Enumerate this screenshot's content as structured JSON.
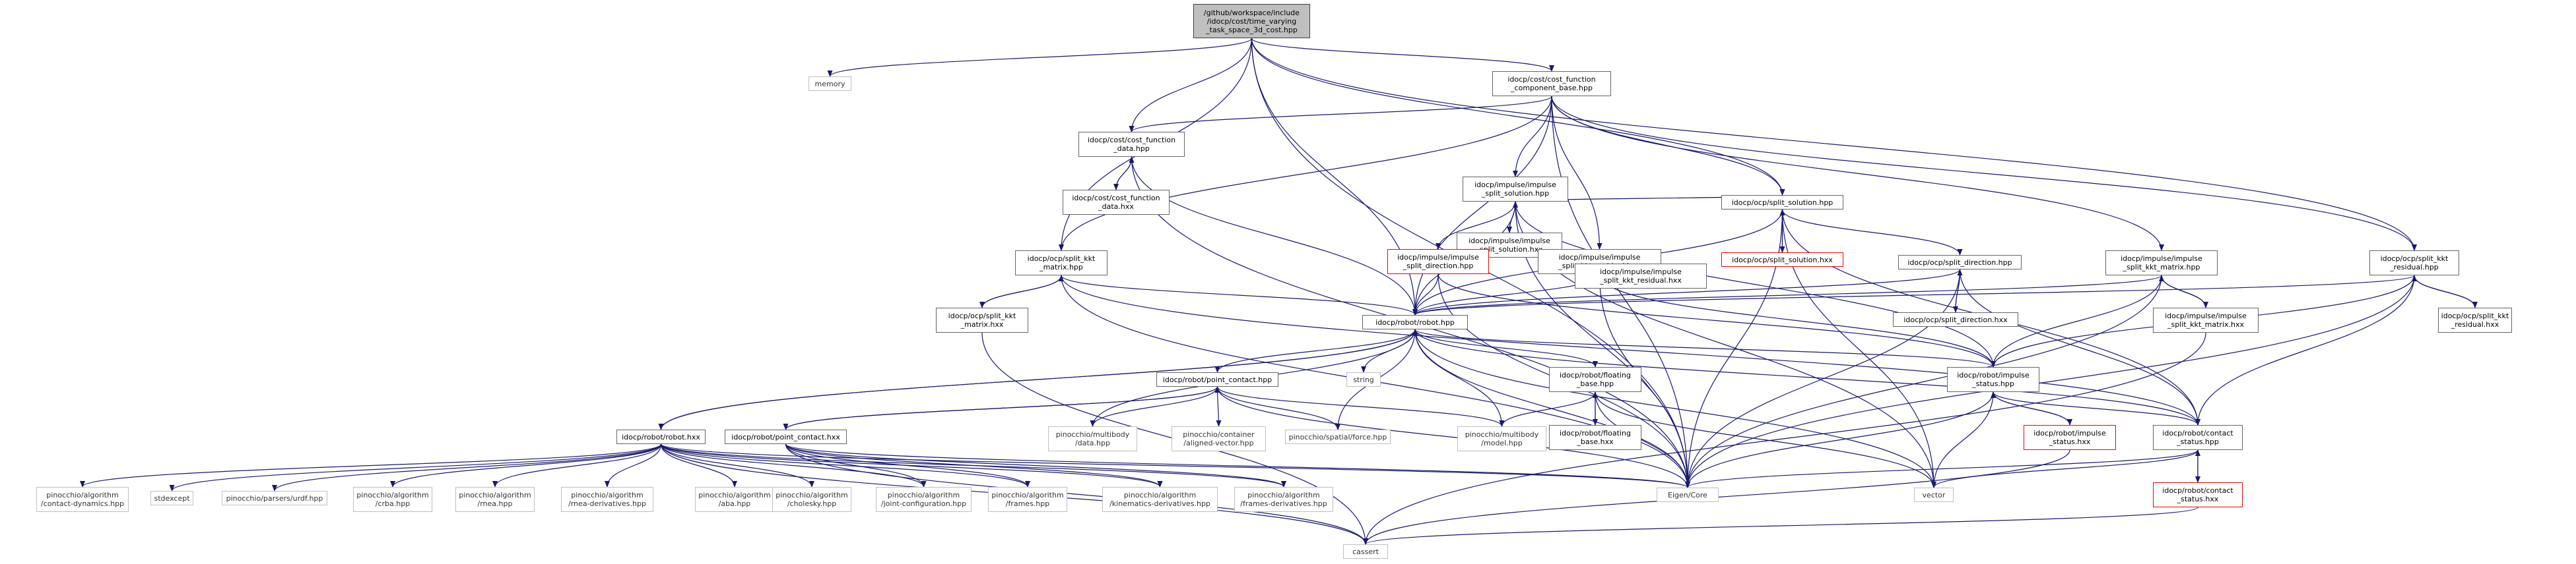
{
  "colors": {
    "edge": "#191970",
    "node_border": "#666666",
    "current_fill": "#bfbfbf",
    "incomplete_border": "#ff0000",
    "external_border": "#bfbfbf"
  },
  "nodes": [
    {
      "id": "root",
      "lines": [
        "/github/workspace/include",
        "/idocp/cost/time_varying",
        "_task_space_3d_cost.hpp"
      ],
      "kind": "current"
    },
    {
      "id": "memory",
      "lines": [
        "memory"
      ],
      "kind": "ext"
    },
    {
      "id": "cfcb",
      "lines": [
        "idocp/cost/cost_function",
        "_component_base.hpp"
      ],
      "kind": "normal"
    },
    {
      "id": "cfd",
      "lines": [
        "idocp/cost/cost_function",
        "_data.hpp"
      ],
      "kind": "normal"
    },
    {
      "id": "cfdhxx",
      "lines": [
        "idocp/cost/cost_function",
        "_data.hxx"
      ],
      "kind": "normal"
    },
    {
      "id": "iss",
      "lines": [
        "idocp/impulse/impulse",
        "_split_solution.hpp"
      ],
      "kind": "normal"
    },
    {
      "id": "isshxx",
      "lines": [
        "idocp/impulse/impulse",
        "_split_solution.hxx"
      ],
      "kind": "normal"
    },
    {
      "id": "ss",
      "lines": [
        "idocp/ocp/split_solution.hpp"
      ],
      "kind": "normal"
    },
    {
      "id": "sshxx",
      "lines": [
        "idocp/ocp/split_solution.hxx"
      ],
      "kind": "red"
    },
    {
      "id": "skm",
      "lines": [
        "idocp/ocp/split_kkt",
        "_matrix.hpp"
      ],
      "kind": "normal"
    },
    {
      "id": "skmhxx",
      "lines": [
        "idocp/ocp/split_kkt",
        "_matrix.hxx"
      ],
      "kind": "normal"
    },
    {
      "id": "isd",
      "lines": [
        "idocp/impulse/impulse",
        "_split_direction.hpp"
      ],
      "kind": "red"
    },
    {
      "id": "iskr",
      "lines": [
        "idocp/impulse/impulse",
        "_split_kkt_residual.hpp"
      ],
      "kind": "normal"
    },
    {
      "id": "iskrhxx",
      "lines": [
        "idocp/impulse/impulse",
        "_split_kkt_residual.hxx"
      ],
      "kind": "normal"
    },
    {
      "id": "sd",
      "lines": [
        "idocp/ocp/split_direction.hpp"
      ],
      "kind": "normal"
    },
    {
      "id": "sdhxx",
      "lines": [
        "idocp/ocp/split_direction.hxx"
      ],
      "kind": "normal"
    },
    {
      "id": "iskm",
      "lines": [
        "idocp/impulse/impulse",
        "_split_kkt_matrix.hpp"
      ],
      "kind": "normal"
    },
    {
      "id": "iskmhxx",
      "lines": [
        "idocp/impulse/impulse",
        "_split_kkt_matrix.hxx"
      ],
      "kind": "normal"
    },
    {
      "id": "skr",
      "lines": [
        "idocp/ocp/split_kkt",
        "_residual.hpp"
      ],
      "kind": "normal"
    },
    {
      "id": "skrhxx",
      "lines": [
        "idocp/ocp/split_kkt",
        "_residual.hxx"
      ],
      "kind": "normal"
    },
    {
      "id": "robot",
      "lines": [
        "idocp/robot/robot.hpp"
      ],
      "kind": "normal"
    },
    {
      "id": "string",
      "lines": [
        "string"
      ],
      "kind": "ext"
    },
    {
      "id": "pc",
      "lines": [
        "idocp/robot/point_contact.hpp"
      ],
      "kind": "normal"
    },
    {
      "id": "fb",
      "lines": [
        "idocp/robot/floating",
        "_base.hpp"
      ],
      "kind": "normal"
    },
    {
      "id": "fbhxx",
      "lines": [
        "idocp/robot/floating",
        "_base.hxx"
      ],
      "kind": "normal"
    },
    {
      "id": "is",
      "lines": [
        "idocp/robot/impulse",
        "_status.hpp"
      ],
      "kind": "normal"
    },
    {
      "id": "ishxx",
      "lines": [
        "idocp/robot/impulse",
        "_status.hxx"
      ],
      "kind": "red"
    },
    {
      "id": "cs",
      "lines": [
        "idocp/robot/contact",
        "_status.hpp"
      ],
      "kind": "normal"
    },
    {
      "id": "cshxx",
      "lines": [
        "idocp/robot/contact",
        "_status.hxx"
      ],
      "kind": "red"
    },
    {
      "id": "robothxx",
      "lines": [
        "idocp/robot/robot.hxx"
      ],
      "kind": "normal"
    },
    {
      "id": "pchxx",
      "lines": [
        "idocp/robot/point_contact.hxx"
      ],
      "kind": "normal"
    },
    {
      "id": "mbdata",
      "lines": [
        "pinocchio/multibody",
        "/data.hpp"
      ],
      "kind": "ext"
    },
    {
      "id": "aligned",
      "lines": [
        "pinocchio/container",
        "/aligned-vector.hpp"
      ],
      "kind": "ext"
    },
    {
      "id": "force",
      "lines": [
        "pinocchio/spatial/force.hpp"
      ],
      "kind": "ext"
    },
    {
      "id": "mbmodel",
      "lines": [
        "pinocchio/multibody",
        "/model.hpp"
      ],
      "kind": "ext"
    },
    {
      "id": "eigen",
      "lines": [
        "Eigen/Core"
      ],
      "kind": "ext"
    },
    {
      "id": "vector",
      "lines": [
        "vector"
      ],
      "kind": "ext"
    },
    {
      "id": "cassert",
      "lines": [
        "cassert"
      ],
      "kind": "ext"
    },
    {
      "id": "cdyn",
      "lines": [
        "pinocchio/algorithm",
        "/contact-dynamics.hpp"
      ],
      "kind": "ext"
    },
    {
      "id": "stdexcept",
      "lines": [
        "stdexcept"
      ],
      "kind": "ext"
    },
    {
      "id": "urdf",
      "lines": [
        "pinocchio/parsers/urdf.hpp"
      ],
      "kind": "ext"
    },
    {
      "id": "crba",
      "lines": [
        "pinocchio/algorithm",
        "/crba.hpp"
      ],
      "kind": "ext"
    },
    {
      "id": "rnea",
      "lines": [
        "pinocchio/algorithm",
        "/rnea.hpp"
      ],
      "kind": "ext"
    },
    {
      "id": "rnead",
      "lines": [
        "pinocchio/algorithm",
        "/rnea-derivatives.hpp"
      ],
      "kind": "ext"
    },
    {
      "id": "aba",
      "lines": [
        "pinocchio/algorithm",
        "/aba.hpp"
      ],
      "kind": "ext"
    },
    {
      "id": "chol",
      "lines": [
        "pinocchio/algorithm",
        "/cholesky.hpp"
      ],
      "kind": "ext"
    },
    {
      "id": "jconf",
      "lines": [
        "pinocchio/algorithm",
        "/joint-configuration.hpp"
      ],
      "kind": "ext"
    },
    {
      "id": "frames",
      "lines": [
        "pinocchio/algorithm",
        "/frames.hpp"
      ],
      "kind": "ext"
    },
    {
      "id": "kind",
      "lines": [
        "pinocchio/algorithm",
        "/kinematics-derivatives.hpp"
      ],
      "kind": "ext"
    },
    {
      "id": "framesd",
      "lines": [
        "pinocchio/algorithm",
        "/frames-derivatives.hpp"
      ],
      "kind": "ext"
    }
  ],
  "edges": [
    [
      "root",
      "memory"
    ],
    [
      "root",
      "cfcb"
    ],
    [
      "root",
      "cfd"
    ],
    [
      "root",
      "robot"
    ],
    [
      "root",
      "skm"
    ],
    [
      "root",
      "ss"
    ],
    [
      "root",
      "skr"
    ],
    [
      "root",
      "eigen"
    ],
    [
      "cfcb",
      "cfd"
    ],
    [
      "cfcb",
      "iss"
    ],
    [
      "cfcb",
      "ss"
    ],
    [
      "cfcb",
      "iskr"
    ],
    [
      "cfcb",
      "iskm"
    ],
    [
      "cfcb",
      "skr"
    ],
    [
      "cfcb",
      "skm"
    ],
    [
      "cfcb",
      "robot"
    ],
    [
      "cfcb",
      "eigen"
    ],
    [
      "cfd",
      "cfdhxx"
    ],
    [
      "cfdhxx",
      "cfd"
    ],
    [
      "cfd",
      "robot"
    ],
    [
      "cfd",
      "eigen"
    ],
    [
      "iss",
      "isshxx"
    ],
    [
      "isshxx",
      "iss"
    ],
    [
      "iss",
      "isd"
    ],
    [
      "iss",
      "ss"
    ],
    [
      "iss",
      "robot"
    ],
    [
      "iss",
      "is"
    ],
    [
      "iss",
      "eigen"
    ],
    [
      "iss",
      "vector"
    ],
    [
      "ss",
      "sshxx"
    ],
    [
      "sshxx",
      "ss"
    ],
    [
      "ss",
      "sd"
    ],
    [
      "ss",
      "robot"
    ],
    [
      "ss",
      "cs"
    ],
    [
      "ss",
      "eigen"
    ],
    [
      "ss",
      "vector"
    ],
    [
      "skm",
      "skmhxx"
    ],
    [
      "skmhxx",
      "skm"
    ],
    [
      "skm",
      "robot"
    ],
    [
      "skm",
      "cs"
    ],
    [
      "skm",
      "eigen"
    ],
    [
      "skmhxx",
      "cassert"
    ],
    [
      "isd",
      "robot"
    ],
    [
      "isd",
      "is"
    ],
    [
      "isd",
      "eigen"
    ],
    [
      "iskr",
      "iskrhxx"
    ],
    [
      "iskrhxx",
      "iskr"
    ],
    [
      "iskr",
      "robot"
    ],
    [
      "iskr",
      "is"
    ],
    [
      "iskr",
      "eigen"
    ],
    [
      "sd",
      "sdhxx"
    ],
    [
      "sdhxx",
      "sd"
    ],
    [
      "sd",
      "robot"
    ],
    [
      "sd",
      "cs"
    ],
    [
      "sd",
      "eigen"
    ],
    [
      "iskm",
      "iskmhxx"
    ],
    [
      "iskmhxx",
      "iskm"
    ],
    [
      "iskm",
      "robot"
    ],
    [
      "iskm",
      "is"
    ],
    [
      "iskm",
      "eigen"
    ],
    [
      "iskmhxx",
      "cassert"
    ],
    [
      "skr",
      "skrhxx"
    ],
    [
      "skrhxx",
      "skr"
    ],
    [
      "skr",
      "robot"
    ],
    [
      "skr",
      "is"
    ],
    [
      "skr",
      "cs"
    ],
    [
      "skr",
      "eigen"
    ],
    [
      "robot",
      "string"
    ],
    [
      "robot",
      "pc"
    ],
    [
      "robot",
      "fb"
    ],
    [
      "robot",
      "is"
    ],
    [
      "robot",
      "cs"
    ],
    [
      "robot",
      "robothxx"
    ],
    [
      "robot",
      "mbdata"
    ],
    [
      "robot",
      "force"
    ],
    [
      "robot",
      "mbmodel"
    ],
    [
      "robot",
      "eigen"
    ],
    [
      "robot",
      "vector"
    ],
    [
      "robothxx",
      "robot"
    ],
    [
      "pc",
      "pchxx"
    ],
    [
      "pchxx",
      "pc"
    ],
    [
      "pc",
      "mbdata"
    ],
    [
      "pc",
      "aligned"
    ],
    [
      "pc",
      "force"
    ],
    [
      "pc",
      "mbmodel"
    ],
    [
      "pc",
      "eigen"
    ],
    [
      "fb",
      "fbhxx"
    ],
    [
      "fbhxx",
      "fb"
    ],
    [
      "fb",
      "mbmodel"
    ],
    [
      "fb",
      "eigen"
    ],
    [
      "fb",
      "vector"
    ],
    [
      "is",
      "ishxx"
    ],
    [
      "ishxx",
      "is"
    ],
    [
      "is",
      "cs"
    ],
    [
      "is",
      "eigen"
    ],
    [
      "is",
      "vector"
    ],
    [
      "ishxx",
      "cassert"
    ],
    [
      "cs",
      "cshxx"
    ],
    [
      "cshxx",
      "cs"
    ],
    [
      "cs",
      "eigen"
    ],
    [
      "cs",
      "vector"
    ],
    [
      "cshxx",
      "cassert"
    ],
    [
      "robothxx",
      "cdyn"
    ],
    [
      "robothxx",
      "stdexcept"
    ],
    [
      "robothxx",
      "urdf"
    ],
    [
      "robothxx",
      "crba"
    ],
    [
      "robothxx",
      "rnea"
    ],
    [
      "robothxx",
      "rnead"
    ],
    [
      "robothxx",
      "aba"
    ],
    [
      "robothxx",
      "chol"
    ],
    [
      "robothxx",
      "jconf"
    ],
    [
      "robothxx",
      "frames"
    ],
    [
      "robothxx",
      "kind"
    ],
    [
      "robothxx",
      "framesd"
    ],
    [
      "robothxx",
      "eigen"
    ],
    [
      "robothxx",
      "cassert"
    ],
    [
      "pchxx",
      "jconf"
    ],
    [
      "pchxx",
      "frames"
    ],
    [
      "pchxx",
      "kind"
    ],
    [
      "pchxx",
      "framesd"
    ],
    [
      "pchxx",
      "eigen"
    ],
    [
      "pchxx",
      "cassert"
    ]
  ]
}
